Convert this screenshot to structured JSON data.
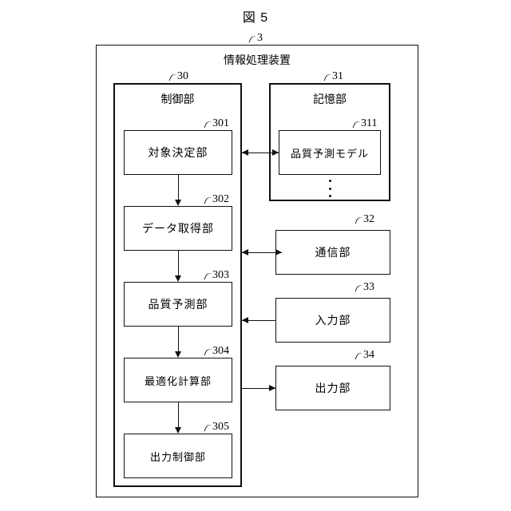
{
  "figure": {
    "title": "図 5"
  },
  "outer": {
    "label": "情報処理装置",
    "ref": "3"
  },
  "groups": [
    {
      "label": "制御部",
      "ref": "30"
    },
    {
      "label": "記憶部",
      "ref": "31"
    }
  ],
  "control_units": [
    {
      "label": "対象決定部",
      "ref": "301"
    },
    {
      "label": "データ取得部",
      "ref": "302"
    },
    {
      "label": "品質予測部",
      "ref": "303"
    },
    {
      "label": "最適化計算部",
      "ref": "304"
    },
    {
      "label": "出力制御部",
      "ref": "305"
    }
  ],
  "storage_units": [
    {
      "label": "品質予測モデル",
      "ref": "311"
    }
  ],
  "peripheral_units": [
    {
      "label": "通信部",
      "ref": "32"
    },
    {
      "label": "入力部",
      "ref": "33"
    },
    {
      "label": "出力部",
      "ref": "34"
    }
  ],
  "connections": [
    {
      "from": "301",
      "to": "311",
      "direction": "bidirectional"
    },
    {
      "from": "301",
      "to": "302",
      "direction": "down"
    },
    {
      "from": "302",
      "to": "32",
      "direction": "bidirectional"
    },
    {
      "from": "302",
      "to": "303",
      "direction": "down"
    },
    {
      "from": "33",
      "to": "303",
      "direction": "left"
    },
    {
      "from": "303",
      "to": "304",
      "direction": "down"
    },
    {
      "from": "304",
      "to": "34",
      "direction": "right"
    },
    {
      "from": "304",
      "to": "305",
      "direction": "down"
    }
  ],
  "storage_ellipsis": "⋮"
}
